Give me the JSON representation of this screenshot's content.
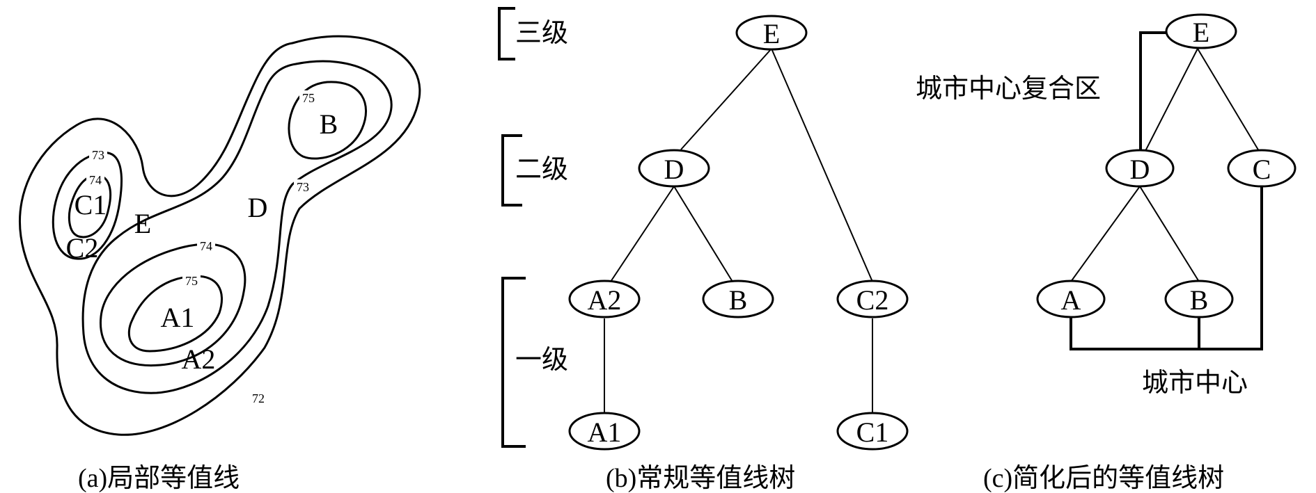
{
  "panel_a": {
    "caption": "(a)局部等值线",
    "region_labels": {
      "b": "B",
      "c1": "C1",
      "c2": "C2",
      "e": "E",
      "d": "D",
      "a1": "A1",
      "a2": "A2"
    },
    "contour_values": {
      "v75_b": "75",
      "v73_c": "73",
      "v74_c": "74",
      "v73_d": "73",
      "v74_a": "74",
      "v75_a": "75",
      "v72_outer": "72"
    }
  },
  "panel_b": {
    "caption": "(b)常规等值线树",
    "levels": {
      "level3": "三级",
      "level2": "二级",
      "level1": "一级"
    },
    "nodes": {
      "e": "E",
      "d": "D",
      "a2": "A2",
      "b": "B",
      "c2": "C2",
      "a1": "A1",
      "c1": "C1"
    }
  },
  "panel_c": {
    "caption": "(c)简化后的等值线树",
    "nodes": {
      "e": "E",
      "d": "D",
      "c": "C",
      "a": "A",
      "b": "B"
    },
    "annotations": {
      "composite_zone": "城市中心复合区",
      "city_center": "城市中心"
    }
  }
}
